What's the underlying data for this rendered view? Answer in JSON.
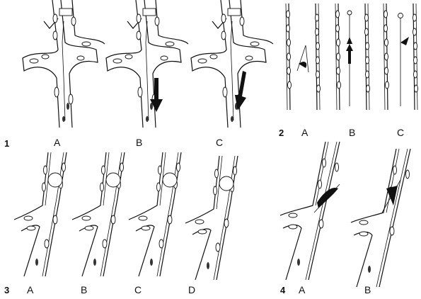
{
  "panels": [
    {
      "number": "1",
      "labels": [
        "A",
        "B",
        "C"
      ]
    },
    {
      "number": "2",
      "labels": [
        "A",
        "B",
        "C"
      ]
    },
    {
      "number": "3",
      "labels": [
        "A",
        "B",
        "C",
        "D"
      ]
    },
    {
      "number": "4",
      "labels": [
        "A",
        "B"
      ]
    }
  ]
}
